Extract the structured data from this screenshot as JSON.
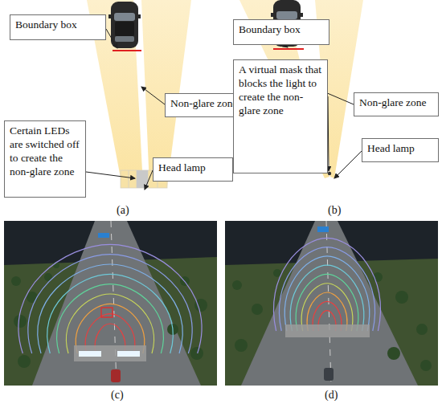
{
  "diagram": {
    "nodes": [
      {
        "text": [
          "Boundary box"
        ]
      },
      {
        "text": [
          "Non-glare zone"
        ]
      },
      {
        "text": [
          "Certain LEDs are switched off to create the non-glare zone"
        ]
      },
      {
        "text": [
          "Head lamp"
        ]
      },
      {
        "text": [
          "Boundary box"
        ]
      },
      {
        "text": [
          "A virtual mask that blocks the light to create the non-glare zone"
        ]
      },
      {
        "text": [
          "Non-glare zone"
        ]
      },
      {
        "text": [
          "Head lamp"
        ]
      }
    ],
    "labels": [
      "(a)",
      "(b)",
      "(c)",
      "(d)"
    ]
  }
}
